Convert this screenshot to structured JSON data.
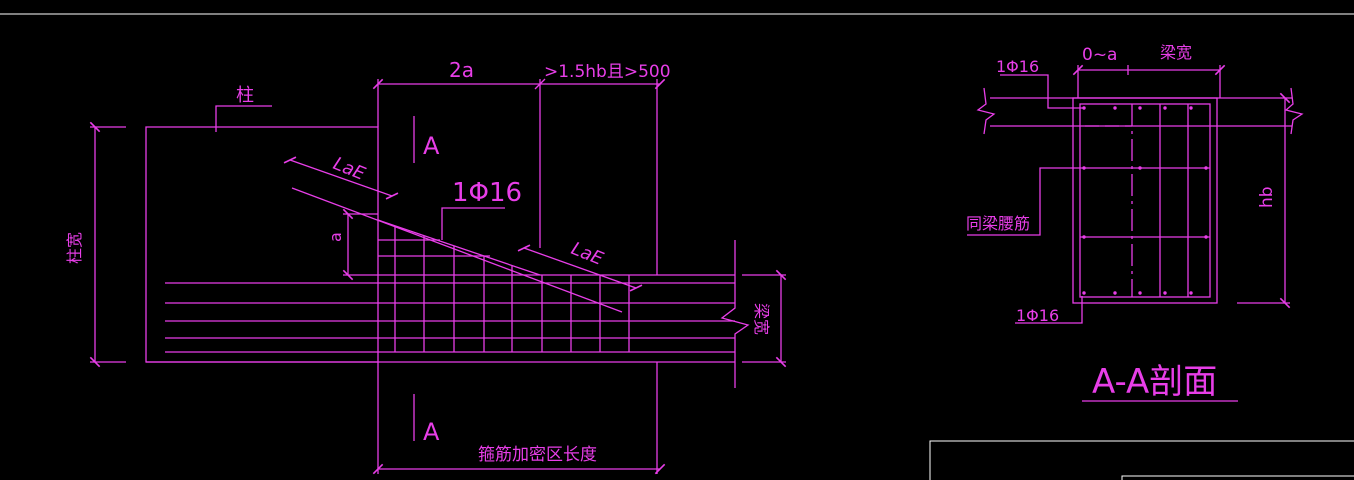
{
  "colors": {
    "background": "#000000",
    "line": "#e83ee8",
    "frame": "#ffffff"
  },
  "elevation": {
    "dim_2a": "2a",
    "dim_extension": ">1.5hb且>500",
    "column_label": "柱",
    "column_width": "柱宽",
    "section_mark_top": "A",
    "section_mark_bottom": "A",
    "anchor_length_upper": "LaE",
    "anchor_length_lower": "LaE",
    "haunch_bar": "1Φ16",
    "haunch_height": "a",
    "beam_width": "梁宽",
    "stirrup_zone_length": "箍筋加密区长度"
  },
  "section": {
    "top_bar": "1Φ16",
    "offset_dim": "0~a",
    "beam_width": "梁宽",
    "waist_bar": "同梁腰筋",
    "height": "hb",
    "bottom_bar": "1Φ16",
    "title": "A-A剖面"
  }
}
